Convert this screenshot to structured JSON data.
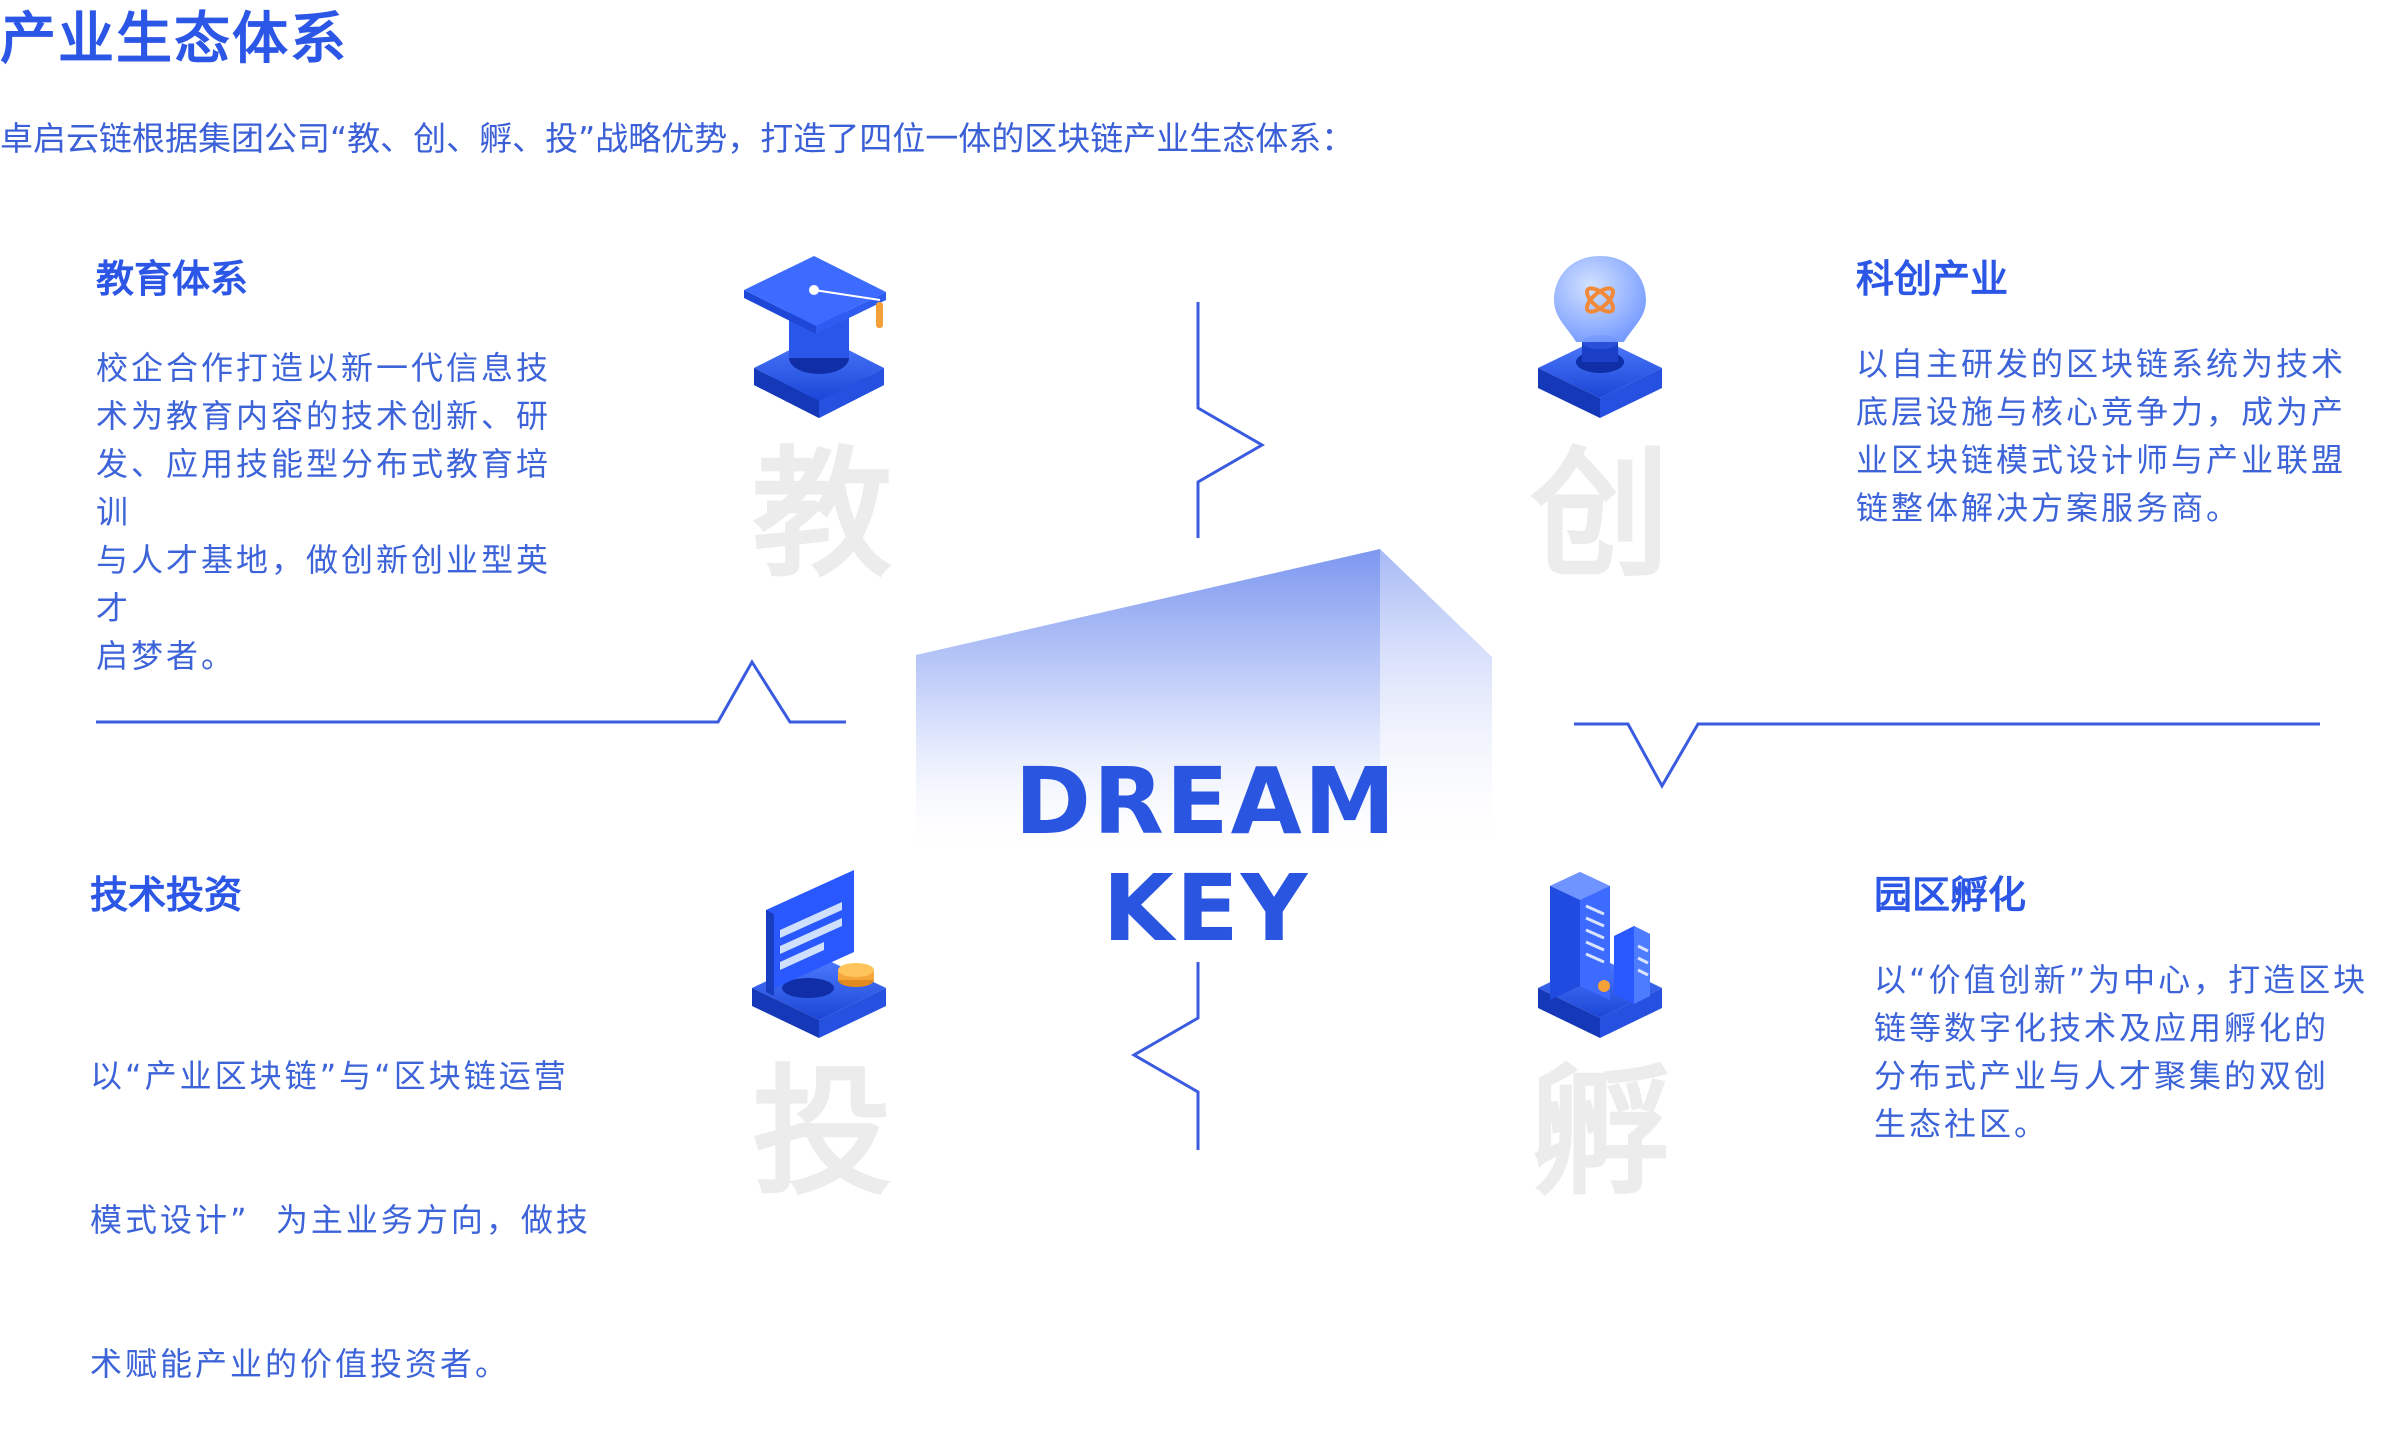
{
  "header": {
    "title": "产业生态体系",
    "intro": "卓启云链根据集团公司“教、创、孵、投”战略优势，打造了四位一体的区块链产业生态体系："
  },
  "center": {
    "brand": "DREAM KEY"
  },
  "sections": {
    "education": {
      "title": "教育体系",
      "lines": [
        "校企合作打造以新一代信息技",
        "术为教育内容的技术创新、研",
        "发、应用技能型分布式教育培训",
        "与人才基地，做创新创业型英才",
        "启梦者。"
      ],
      "char": "教",
      "icon": "graduation-cap-icon"
    },
    "innovation": {
      "title": "科创产业",
      "lines": [
        "以自主研发的区块链系统为技术",
        "底层设施与核心竞争力，成为产",
        "业区块链模式设计师与产业联盟",
        "链整体解决方案服务商。"
      ],
      "char": "创",
      "icon": "lightbulb-icon"
    },
    "investment": {
      "title": "技术投资",
      "lines": [
        "以“产业区块链”与“区块链运营",
        "模式设计”  为主业务方向，做技",
        "术赋能产业的价值投资者。"
      ],
      "char": "投",
      "icon": "investment-card-coins-icon"
    },
    "incubation": {
      "title": "园区孵化",
      "lines": [
        "以“价值创新”为中心，打造区块",
        "链等数字化技术及应用孵化的",
        "分布式产业与人才聚集的双创",
        "生态社区。"
      ],
      "char": "孵",
      "icon": "building-icon"
    }
  },
  "colors": {
    "primary": "#2b56e6",
    "text": "#3d63d8",
    "watermark": "#ececec",
    "line": "#3a5be0"
  }
}
